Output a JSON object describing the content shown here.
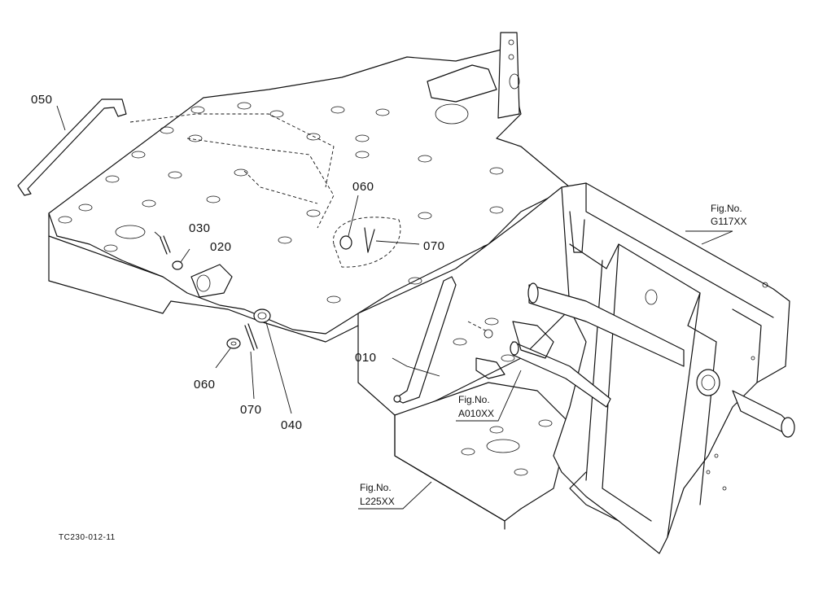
{
  "parts": {
    "p050": "050",
    "p030": "030",
    "p020": "020",
    "p060_upper": "060",
    "p070_upper": "070",
    "p010": "010",
    "p060_lower": "060",
    "p070_lower": "070",
    "p040": "040"
  },
  "refs": {
    "g117": {
      "line1": "Fig.No.",
      "line2": "G117XX"
    },
    "a010": {
      "line1": "Fig.No.",
      "line2": "A010XX"
    },
    "l225": {
      "line1": "Fig.No.",
      "line2": "L225XX"
    }
  },
  "footer": {
    "code": "TC230-012-11"
  }
}
